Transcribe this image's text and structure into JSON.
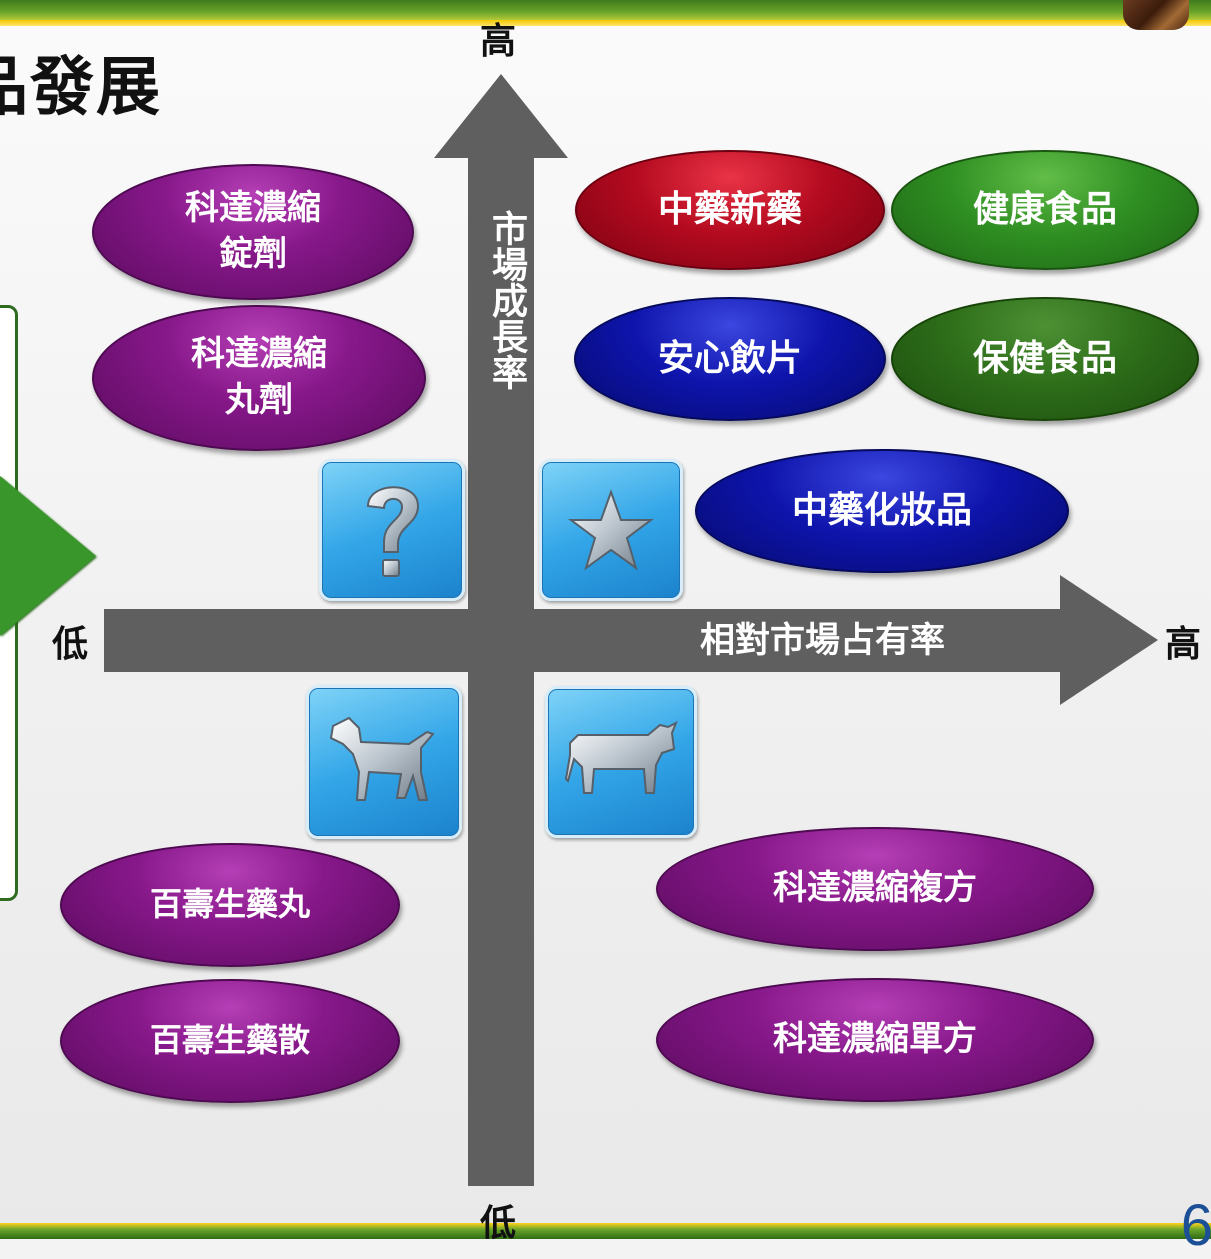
{
  "title": "品發展",
  "axes": {
    "vertical_label": "市場成長率",
    "vertical_high": "高",
    "vertical_low": "低",
    "horizontal_label": "相對市場占有率",
    "horizontal_high": "高",
    "horizontal_low": "低"
  },
  "quadrant_icons": {
    "question_mark": "question-mark-icon",
    "star": "star-icon",
    "dog": "dog-icon",
    "cow": "cow-icon"
  },
  "products": {
    "kt_tablet": "科達濃縮\n錠劑",
    "kt_pill": "科達濃縮\n丸劑",
    "tcm_new_drug": "中藥新藥",
    "health_food": "健康食品",
    "safe_slices": "安心飲片",
    "wellness_food": "保健食品",
    "tcm_cosmetics": "中藥化妝品",
    "bs_pill": "百壽生藥丸",
    "bs_powder": "百壽生藥散",
    "kt_compound": "科達濃縮複方",
    "kt_single": "科達濃縮單方"
  },
  "page_number": "6",
  "colors": {
    "axis": "#5f5f5f",
    "purple": "#87188a",
    "red": "#b30a1f",
    "blue": "#0e14ab",
    "green": "#2f8f22",
    "dark_green": "#2e6e1a",
    "tile_blue": "#33a6e8"
  }
}
